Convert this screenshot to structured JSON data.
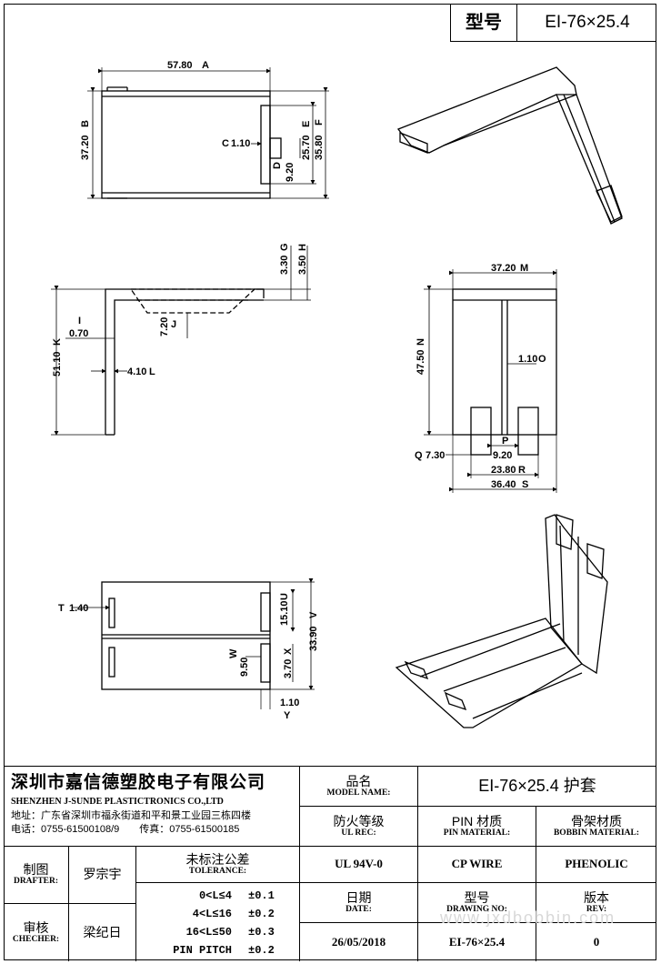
{
  "header": {
    "type_label": "型号",
    "type_value": "EI-76×25.4"
  },
  "dims": {
    "top_w": "57.80",
    "top_w_tag": "A",
    "top_h": "37.20",
    "top_h_tag": "B",
    "top_c": "1.10",
    "top_c_tag": "C",
    "top_d": "9.20",
    "top_d_tag": "D",
    "top_e": "25.70",
    "top_e_tag": "E",
    "top_f": "35.80",
    "top_f_tag": "F",
    "side_g": "3.30",
    "side_g_tag": "G",
    "side_h": "3.50",
    "side_h_tag": "H",
    "side_i": "0.70",
    "side_i_tag": "I",
    "side_j": "7.20",
    "side_j_tag": "J",
    "side_k": "51.10",
    "side_k_tag": "K",
    "side_l": "4.10",
    "side_l_tag": "L",
    "front_m": "37.20",
    "front_m_tag": "M",
    "front_n": "47.50",
    "front_n_tag": "N",
    "front_o": "1.10",
    "front_o_tag": "O",
    "front_p_tag": "P",
    "front_q": "7.30",
    "front_q_tag": "Q",
    "front_p": "9.20",
    "front_r": "23.80",
    "front_r_tag": "R",
    "front_s": "36.40",
    "front_s_tag": "S",
    "bot_t": "1.40",
    "bot_t_tag": "T",
    "bot_u": "15.10",
    "bot_u_tag": "U",
    "bot_v": "33.90",
    "bot_v_tag": "V",
    "bot_w": "9.50",
    "bot_w_tag": "W",
    "bot_x": "3.70",
    "bot_x_tag": "X",
    "bot_y": "1.10",
    "bot_y_tag": "Y"
  },
  "titleblock": {
    "company_cn": "深圳市嘉信德塑胶电子有限公司",
    "company_en": "SHENZHEN J-SUNDE PLASTICTRONICS CO.,LTD",
    "address": "地址：广东省深圳市福永街道和平和景工业园三栋四楼",
    "phone": "电话：0755-61500108/9",
    "fax": "传真：0755-61500185",
    "model_name_cn": "品名",
    "model_name_en": "MODEL NAME:",
    "model_name_value": "EI-76×25.4 护套",
    "ul_cn": "防火等级",
    "ul_en": "UL REC:",
    "ul_value": "UL 94V-0",
    "pin_cn": "PIN 材质",
    "pin_en": "PIN MATERIAL:",
    "pin_value": "CP WIRE",
    "bobbin_cn": "骨架材质",
    "bobbin_en": "BOBBIN MATERIAL:",
    "bobbin_value": "PHENOLIC",
    "drafter_cn": "制图",
    "drafter_en": "DRAFTER:",
    "drafter_value": "罗宗宇",
    "checker_cn": "审核",
    "checker_en": "CHECHER:",
    "checker_value": "梁纪日",
    "tol_cn": "未标注公差",
    "tol_en": "TOLERANCE:",
    "tol_rows": [
      {
        "range": "0<L≤4",
        "tol": "±0.1"
      },
      {
        "range": "4<L≤16",
        "tol": "±0.2"
      },
      {
        "range": "16<L≤50",
        "tol": "±0.3"
      },
      {
        "range": "PIN PITCH",
        "tol": "±0.2"
      }
    ],
    "date_cn": "日期",
    "date_en": "DATE:",
    "date_value": "26/05/2018",
    "drawing_cn": "型号",
    "drawing_en": "DRAWING NO:",
    "drawing_value": "EI-76×25.4",
    "rev_cn": "版本",
    "rev_en": "REV:",
    "rev_value": "0",
    "watermark": "www.jxdbobbin.com"
  }
}
